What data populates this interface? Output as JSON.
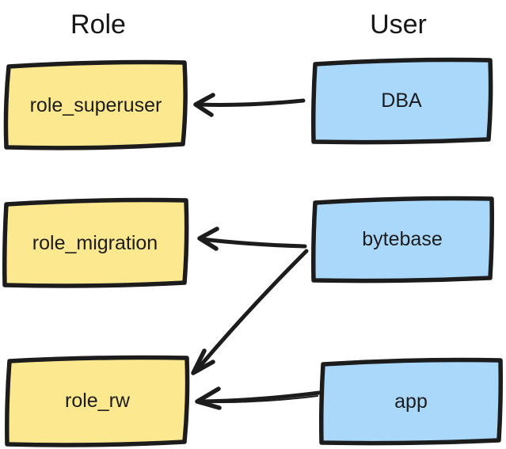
{
  "headers": {
    "role_column": "Role",
    "user_column": "User"
  },
  "roles": [
    {
      "label": "role_superuser"
    },
    {
      "label": "role_migration"
    },
    {
      "label": "role_rw"
    }
  ],
  "users": [
    {
      "label": "DBA"
    },
    {
      "label": "bytebase"
    },
    {
      "label": "app"
    }
  ],
  "edges": [
    {
      "from": "DBA",
      "to": "role_superuser"
    },
    {
      "from": "bytebase",
      "to": "role_migration"
    },
    {
      "from": "bytebase",
      "to": "role_rw"
    },
    {
      "from": "app",
      "to": "role_rw"
    }
  ],
  "colors": {
    "role_fill": "#FBE88F",
    "user_fill": "#A9D8FB",
    "ink": "#1C1C1C",
    "background": "#FFFFFF"
  }
}
